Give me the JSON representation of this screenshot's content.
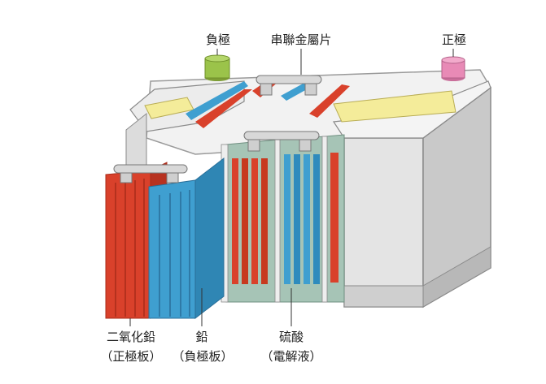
{
  "labels": {
    "negative_terminal": "負極",
    "connector_strap": "串聯金屬片",
    "positive_terminal": "正極",
    "lead_dioxide": "二氧化鉛",
    "lead_dioxide_note": "（正極板）",
    "lead": "鉛",
    "lead_note": "（負極板）",
    "sulfuric_acid": "硫酸",
    "sulfuric_acid_note": "（電解液）"
  },
  "colors": {
    "positive_plate": "#d9412b",
    "negative_plate": "#3f9fd0",
    "electrolyte": "#8fb5a4",
    "casing": "#e8e8e8",
    "negative_terminal": "#9bc34a",
    "positive_terminal": "#e88ab6",
    "vent_cap": "#f4ec9a"
  }
}
